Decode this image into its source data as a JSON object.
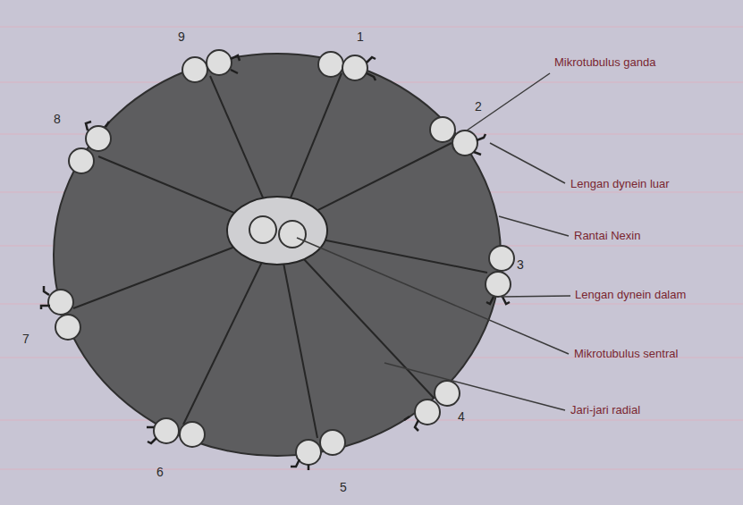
{
  "diagram": {
    "labels": [
      "9",
      "1",
      "2",
      "3",
      "4",
      "5",
      "6",
      "7",
      "8",
      "Mikrotubulus ganda",
      "Lengan dynein luar",
      "Rantai Nexin",
      "Lengan dynein dalam",
      "Mikrotubulus sentral",
      "Jari-jari radial"
    ]
  }
}
